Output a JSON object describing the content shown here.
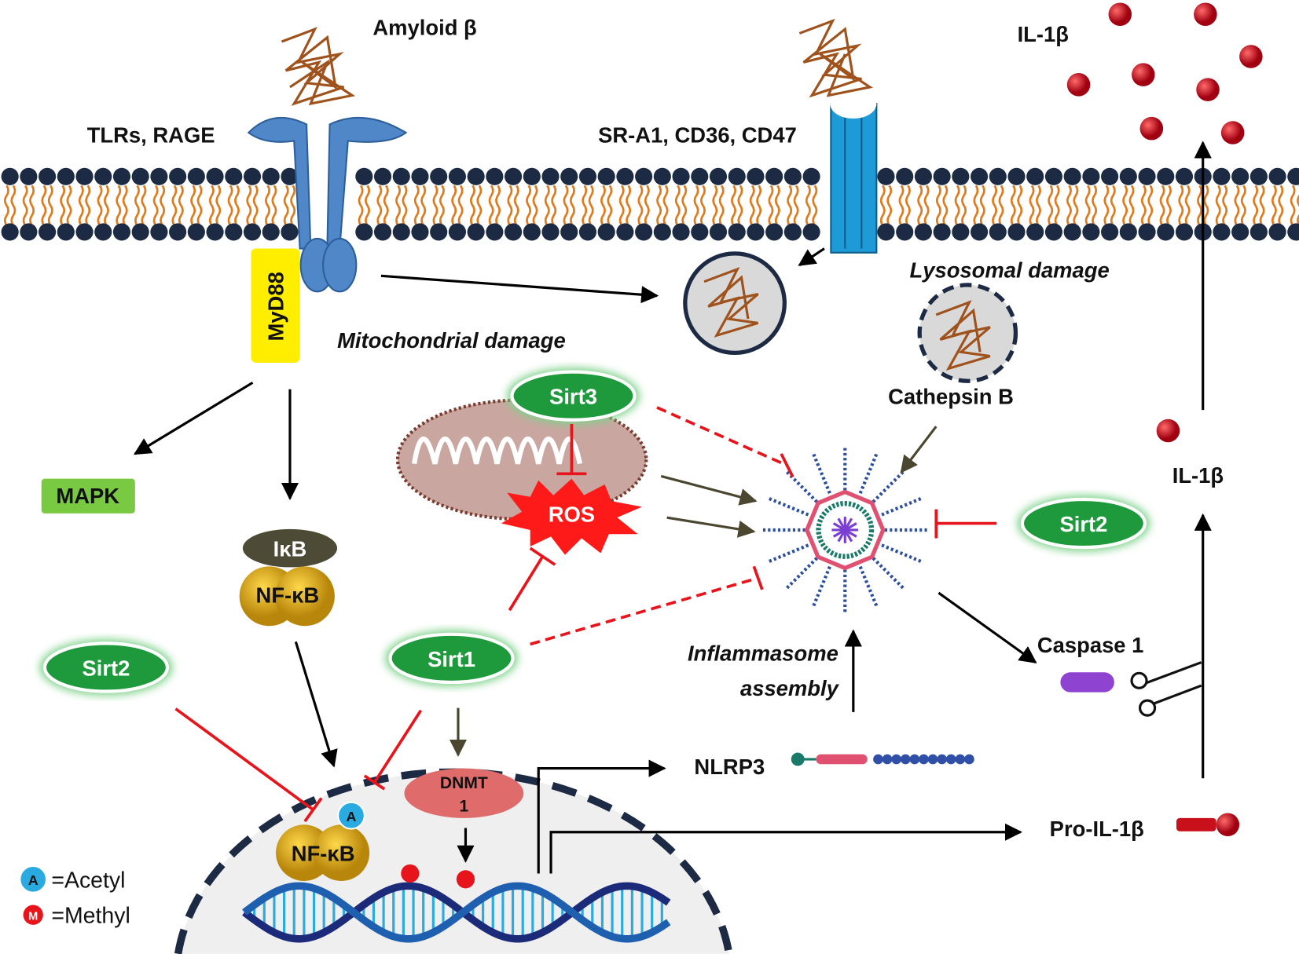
{
  "labels": {
    "amyloid": "Amyloid β",
    "tlrs": "TLRs, RAGE",
    "scavenger": "SR-A1, CD36, CD47",
    "il1b_top": "IL-1β",
    "myd88": "MyD88",
    "lysosomal_damage": "Lysosomal damage",
    "mito_damage": "Mitochondrial damage",
    "cathepsin": "Cathepsin B",
    "mapk": "MAPK",
    "ros": "ROS",
    "il1b_mid": "IL-1β",
    "ikb": "IκB",
    "nfkb": "NF-κB",
    "nfkb_nucleus": "NF-κB",
    "inflammasome_1": "Inflammasome",
    "inflammasome_2": "assembly",
    "caspase": "Caspase 1",
    "dnmt_1": "DNMT",
    "dnmt_2": "1",
    "nlrp3": "NLRP3",
    "pro_il1b": "Pro-IL-1β"
  },
  "sirtuins": {
    "sirt3": "Sirt3",
    "sirt2_right": "Sirt2",
    "sirt2_left": "Sirt2",
    "sirt1": "Sirt1"
  },
  "legend": {
    "acetyl_symbol": "A",
    "acetyl_label": "=Acetyl",
    "methyl_symbol": "M",
    "methyl_label": "=Methyl"
  },
  "colors": {
    "activation": "#000000",
    "inhibition": "#e8141b",
    "sirtuin": "#1e9a3c",
    "membrane_head": "#1c2a44",
    "lipid_tail": "#e07b1d",
    "receptor": "#4f87c8",
    "il1b": "#c8101a"
  }
}
